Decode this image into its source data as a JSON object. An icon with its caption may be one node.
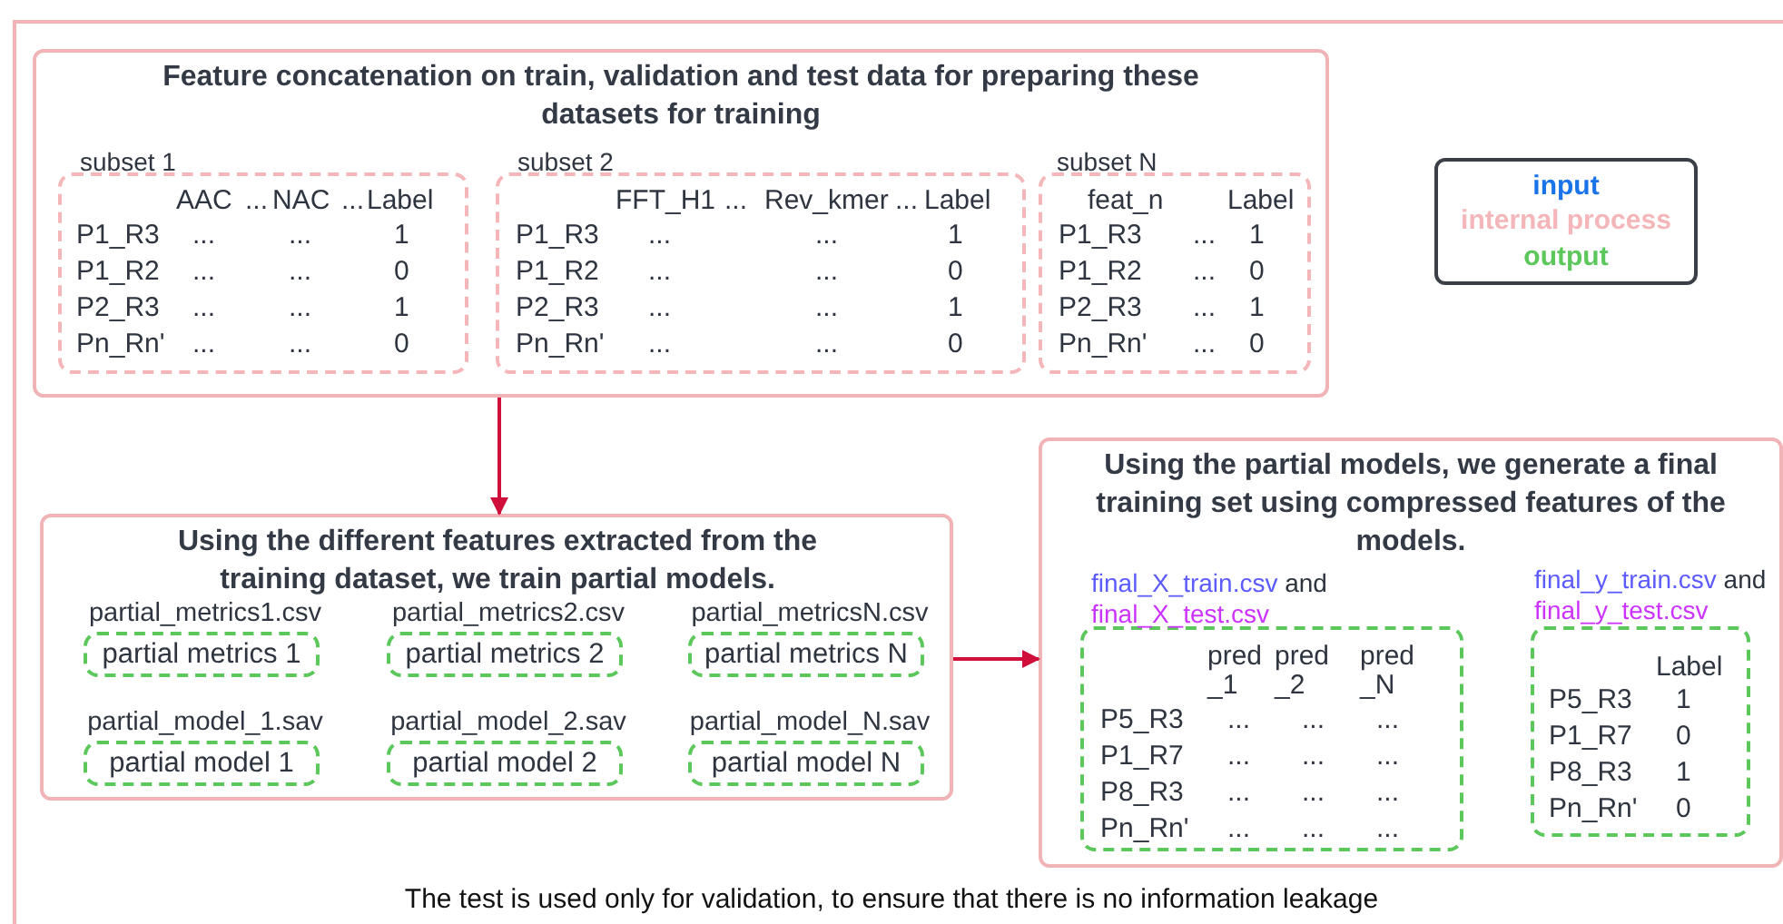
{
  "diagram": {
    "nodes": [
      {
        "text": [
          "Feature concatenation on train, validation and test data for preparing these datasets for training"
        ]
      },
      {
        "text": [
          "AAC",
          "...",
          "NAC",
          "...",
          "Label",
          "P1_R3",
          "...",
          "...",
          "1",
          "P1_R2",
          "...",
          "...",
          "0",
          "P2_R3",
          "...",
          "...",
          "1",
          "Pn_Rn'",
          "...",
          "...",
          "0"
        ],
        "in": 0,
        "beside": [
          "subset 1"
        ]
      },
      {
        "text": [
          "FFT_H1",
          "...",
          "Rev_kmer",
          "...",
          "Label",
          "P1_R3",
          "...",
          "...",
          "1",
          "P1_R2",
          "...",
          "...",
          "0",
          "P2_R3",
          "...",
          "...",
          "1",
          "Pn_Rn'",
          "...",
          "...",
          "0"
        ],
        "in": 0,
        "beside": [
          "subset 2"
        ]
      },
      {
        "text": [
          "feat_n",
          "Label",
          "P1_R3",
          "...",
          "1",
          "P1_R2",
          "...",
          "0",
          "P2_R3",
          "...",
          "1",
          "Pn_Rn'",
          "...",
          "0"
        ],
        "in": 0,
        "beside": [
          "subset N"
        ]
      },
      {
        "text": [
          "Using the different features extracted from the training dataset, we train partial models."
        ]
      },
      {
        "text": [
          "partial metrics 1"
        ],
        "in": 4,
        "beside": [
          "partial_metrics1.csv"
        ]
      },
      {
        "text": [
          "partial metrics 2"
        ],
        "in": 4,
        "beside": [
          "partial_metrics2.csv"
        ]
      },
      {
        "text": [
          "partial metrics N"
        ],
        "in": 4,
        "beside": [
          "partial_metricsN.csv"
        ]
      },
      {
        "text": [
          "partial model 1"
        ],
        "in": 4,
        "beside": [
          "partial_model_1.sav"
        ]
      },
      {
        "text": [
          "partial model 2"
        ],
        "in": 4,
        "beside": [
          "partial_model_2.sav"
        ]
      },
      {
        "text": [
          "partial model N"
        ],
        "in": 4,
        "beside": [
          "partial_model_N.sav"
        ]
      },
      {
        "text": [
          "Using the partial models, we generate a final training set using compressed features of the models."
        ]
      },
      {
        "text": [
          "pred _1",
          "pred _2",
          "pred _N",
          "P5_R3",
          "...",
          "...",
          "...",
          "P1_R7",
          "...",
          "...",
          "...",
          "P8_R3",
          "...",
          "...",
          "...",
          "Pn_Rn'",
          "...",
          "...",
          "..."
        ],
        "in": 11,
        "beside": [
          "final_X_train.csv",
          "and",
          "final_X_test.csv"
        ]
      },
      {
        "text": [
          "Label",
          "P5_R3",
          "1",
          "P1_R7",
          "0",
          "P8_R3",
          "1",
          "Pn_Rn'",
          "0"
        ],
        "in": 11,
        "beside": [
          "final_y_train.csv",
          "and",
          "final_y_test.csv"
        ]
      }
    ],
    "edges": [
      {
        "from": 0,
        "to": 4,
        "arrow": "to"
      },
      {
        "from": 4,
        "to": 11,
        "arrow": "to"
      }
    ],
    "labels": [
      "The test is used only for validation, to ensure that there is no information leakage"
    ],
    "legend": [
      {
        "text": "input",
        "color": "#1a73e8"
      },
      {
        "text": "internal process",
        "color": "#f4b6b8"
      },
      {
        "text": "output",
        "color": "#5cc85c"
      }
    ]
  }
}
